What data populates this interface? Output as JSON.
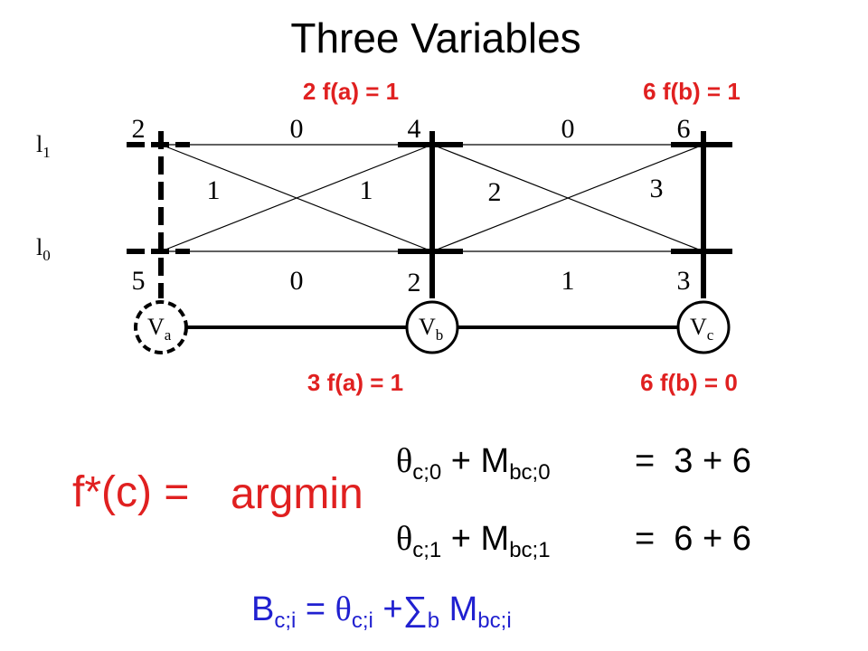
{
  "title": "Three Variables",
  "label_names": [
    "l1",
    "l0"
  ],
  "label_name_parts": [
    {
      "base": "l",
      "sub": "1"
    },
    {
      "base": "l",
      "sub": "0"
    }
  ],
  "variables": [
    {
      "base": "V",
      "sub": "a",
      "style": "dashed"
    },
    {
      "base": "V",
      "sub": "b",
      "style": "solid"
    },
    {
      "base": "V",
      "sub": "c",
      "style": "solid"
    }
  ],
  "unary_potentials": {
    "a": {
      "l1": "2",
      "l0": "5"
    },
    "b": {
      "l1": "4",
      "l0": "2"
    },
    "c": {
      "l1": "6",
      "l0": "3"
    }
  },
  "pairwise_ab": {
    "top": "0",
    "bottom": "0",
    "cross_left": "1",
    "cross_right": "1"
  },
  "pairwise_bc": {
    "top": "0",
    "bottom": "1",
    "cross_left": "2",
    "cross_right": "3"
  },
  "annotations": {
    "top_left": "2 f(a) = 1",
    "top_right": "6 f(b) = 1",
    "bottom_left": "3 f(a) = 1",
    "bottom_right": "6 f(b) = 0"
  },
  "formula": {
    "lhs": "f*(c) =",
    "op": "argmin",
    "theta": "θ",
    "plus_m": " + M",
    "row0": {
      "theta_sub": "c;0",
      "m_sub": "bc;0",
      "rhs": "=  3 + 6"
    },
    "row1": {
      "theta_sub": "c;1",
      "m_sub": "bc;1",
      "rhs": "=  6 + 6"
    }
  },
  "belief": {
    "b": "B",
    "b_sub": "c;i",
    "eq": " = ",
    "theta": "θ",
    "theta_sub": "c;i",
    "plus_sum": " +∑",
    "sum_sub": "b",
    "m": " M",
    "m_sub": "bc;i"
  },
  "colors": {
    "red": "#e02020",
    "blue": "#2020d0",
    "black": "#000000"
  }
}
